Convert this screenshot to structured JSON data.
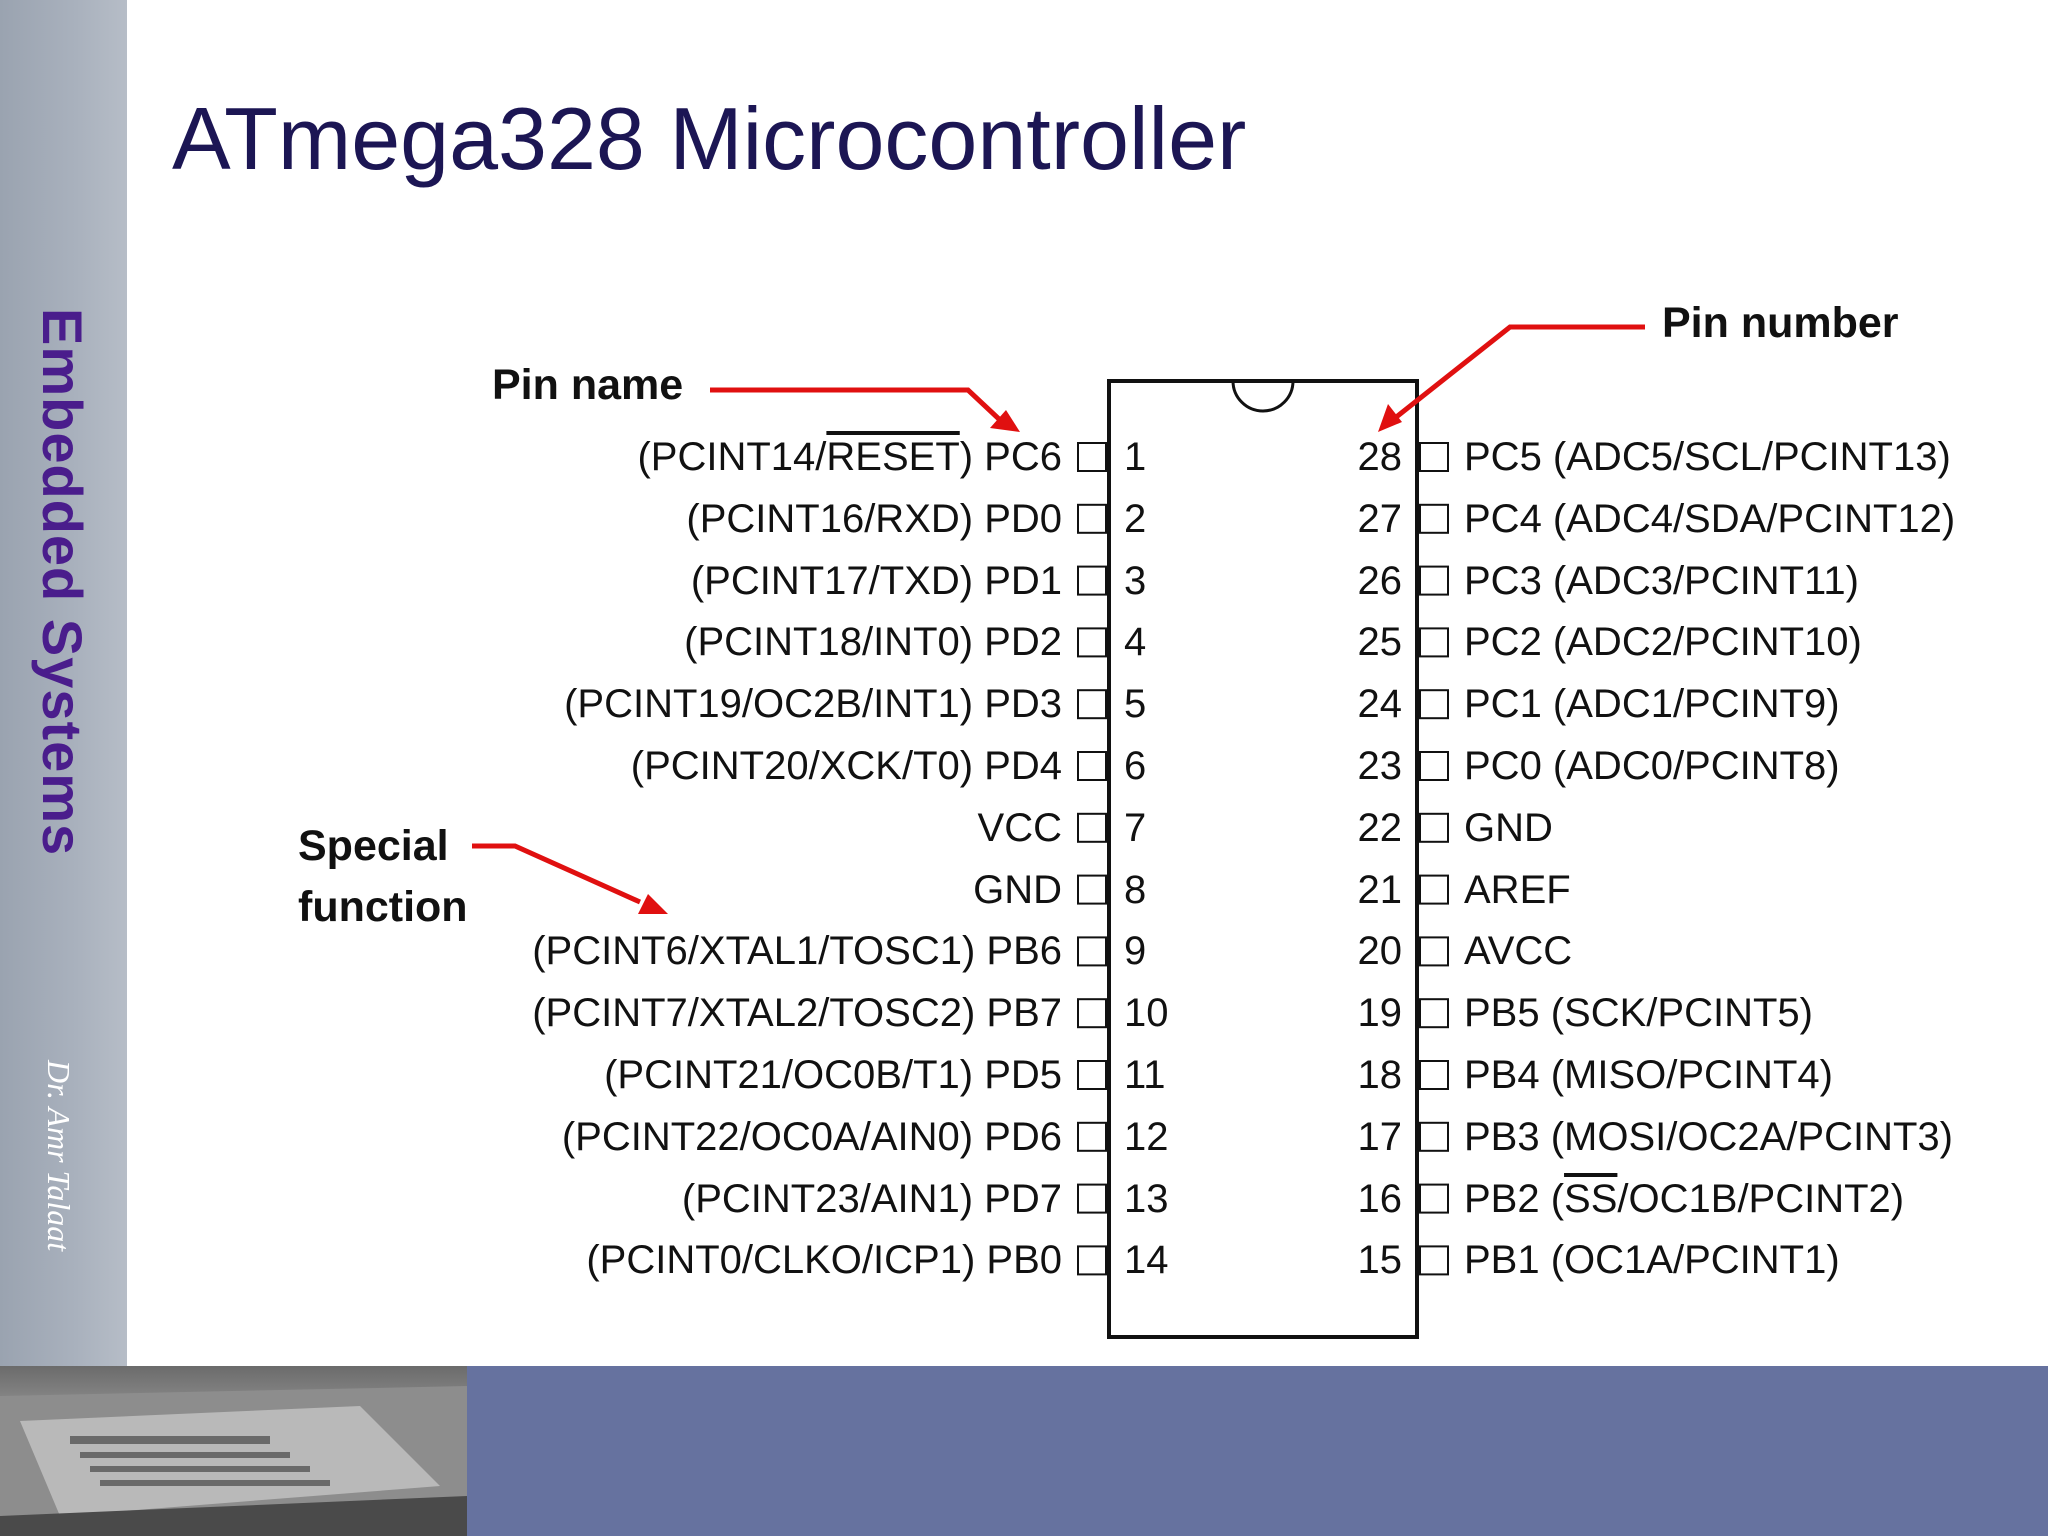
{
  "slide": {
    "title": "ATmega328 Microcontroller",
    "sidebar_title": "Embedded Systems",
    "author": "Dr. Amr Talaat"
  },
  "annotations": {
    "pin_name": "Pin name",
    "pin_number": "Pin number",
    "special_function_line1": "Special",
    "special_function_line2": "function"
  },
  "colors": {
    "title": "#1c1654",
    "sidebar_title": "#4a1d8c",
    "arrow": "#e01010",
    "footer_band": "#66729f"
  },
  "left_pins": [
    {
      "number": "1",
      "name": "(PCINT14/RESET) PC6"
    },
    {
      "number": "2",
      "name": "(PCINT16/RXD) PD0"
    },
    {
      "number": "3",
      "name": "(PCINT17/TXD) PD1"
    },
    {
      "number": "4",
      "name": "(PCINT18/INT0) PD2"
    },
    {
      "number": "5",
      "name": "(PCINT19/OC2B/INT1) PD3"
    },
    {
      "number": "6",
      "name": "(PCINT20/XCK/T0) PD4"
    },
    {
      "number": "7",
      "name": "VCC"
    },
    {
      "number": "8",
      "name": "GND"
    },
    {
      "number": "9",
      "name": "(PCINT6/XTAL1/TOSC1) PB6"
    },
    {
      "number": "10",
      "name": "(PCINT7/XTAL2/TOSC2) PB7"
    },
    {
      "number": "11",
      "name": "(PCINT21/OC0B/T1) PD5"
    },
    {
      "number": "12",
      "name": "(PCINT22/OC0A/AIN0) PD6"
    },
    {
      "number": "13",
      "name": "(PCINT23/AIN1) PD7"
    },
    {
      "number": "14",
      "name": "(PCINT0/CLKO/ICP1) PB0"
    }
  ],
  "right_pins": [
    {
      "number": "28",
      "name": "PC5 (ADC5/SCL/PCINT13)"
    },
    {
      "number": "27",
      "name": "PC4 (ADC4/SDA/PCINT12)"
    },
    {
      "number": "26",
      "name": "PC3 (ADC3/PCINT11)"
    },
    {
      "number": "25",
      "name": "PC2 (ADC2/PCINT10)"
    },
    {
      "number": "24",
      "name": "PC1 (ADC1/PCINT9)"
    },
    {
      "number": "23",
      "name": "PC0 (ADC0/PCINT8)"
    },
    {
      "number": "22",
      "name": "GND"
    },
    {
      "number": "21",
      "name": "AREF"
    },
    {
      "number": "20",
      "name": "AVCC"
    },
    {
      "number": "19",
      "name": "PB5 (SCK/PCINT5)"
    },
    {
      "number": "18",
      "name": "PB4 (MISO/PCINT4)"
    },
    {
      "number": "17",
      "name": "PB3 (MOSI/OC2A/PCINT3)"
    },
    {
      "number": "16",
      "name": "PB2 (SS/OC1B/PCINT2)"
    },
    {
      "number": "15",
      "name": "PB1 (OC1A/PCINT1)"
    }
  ]
}
